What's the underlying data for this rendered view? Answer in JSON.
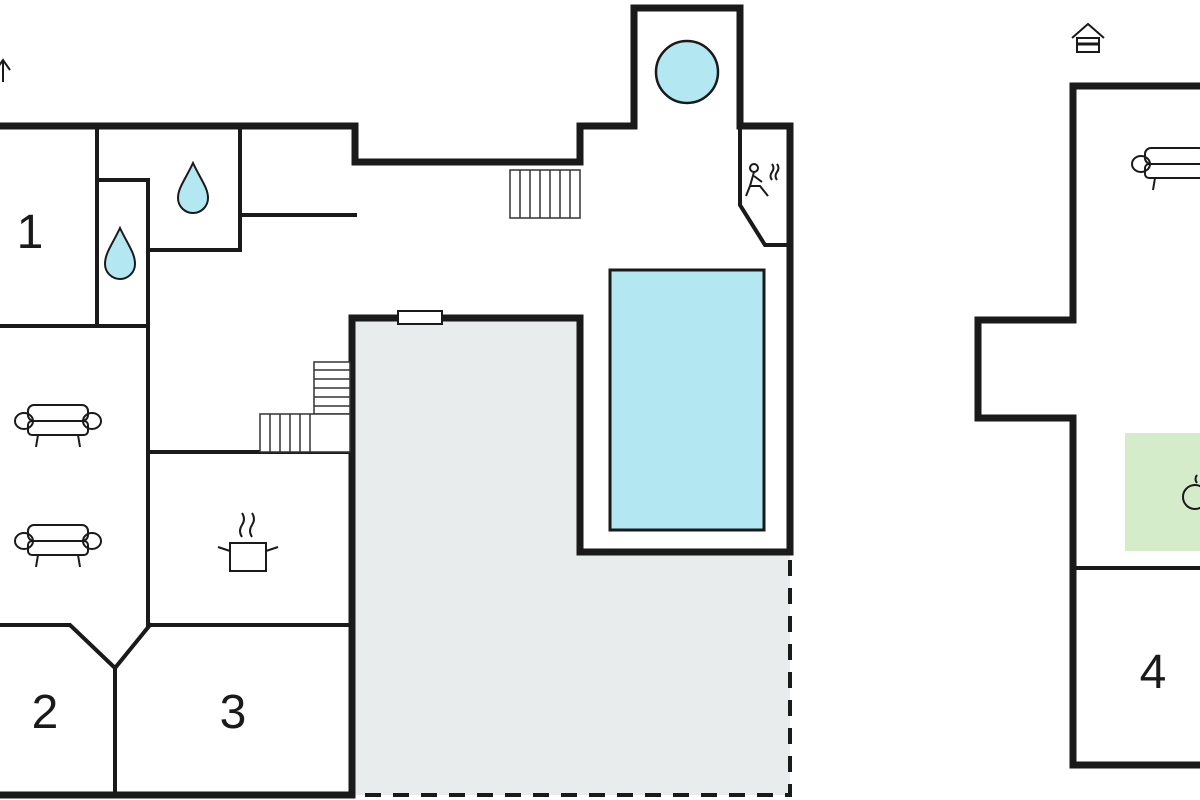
{
  "colors": {
    "wall": "#1a1a1a",
    "terrace": "#e8ecec",
    "pool": "#b3e7f2",
    "garden": "#d4ecca",
    "icon_stroke": "#1a1a1a"
  },
  "rooms": {
    "room_1": "1",
    "room_2": "2",
    "room_3": "3",
    "room_4": "4"
  },
  "icons": {
    "north_arrow": "north-arrow-icon",
    "upper_floor": "house-floor-icon",
    "bathroom": "water-drop-icon",
    "living": "sofa-icon",
    "kitchen": "cooking-pot-icon",
    "sauna": "sauna-icon",
    "whirlpool": "hot-tub-icon",
    "pool": "swimming-pool",
    "terrace": "terrace-area",
    "stairs": "stairs"
  }
}
